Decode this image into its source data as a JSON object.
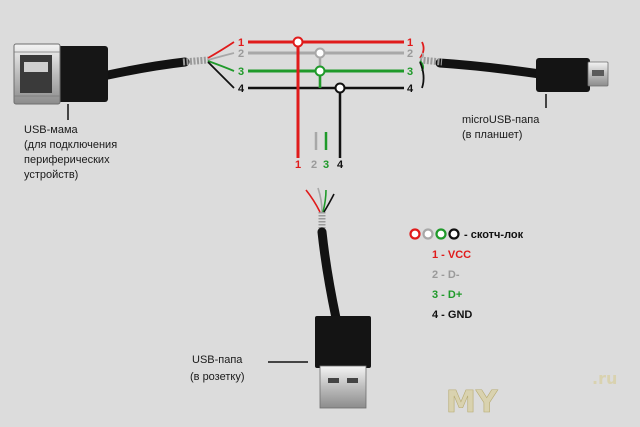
{
  "colors": {
    "background": "#dcdcdc",
    "vcc": "#e01b1b",
    "dminus": "#a8a8a8",
    "dplus": "#1f9a2a",
    "gnd": "#111111"
  },
  "usb_female": {
    "label_lines": [
      "USB-мама",
      "(для подключения",
      "периферических",
      "устройств)"
    ]
  },
  "micro_usb": {
    "label_lines": [
      "microUSB-папа",
      "(в планшет)"
    ]
  },
  "usb_male": {
    "label_lines": [
      "USB-папа",
      "(в розетку)"
    ]
  },
  "wire_numbers": [
    "1",
    "2",
    "3",
    "4"
  ],
  "legend": {
    "splice_label": "- скотч-лок",
    "items": [
      {
        "text": "1 - VCC",
        "color": "#e01b1b"
      },
      {
        "text": "2 - D-",
        "color": "#9a9a9a"
      },
      {
        "text": "3 - D+",
        "color": "#1f9a2a"
      },
      {
        "text": "4 - GND",
        "color": "#111111"
      }
    ]
  },
  "watermark": {
    "text": "MY",
    "suffix": ".ru"
  }
}
